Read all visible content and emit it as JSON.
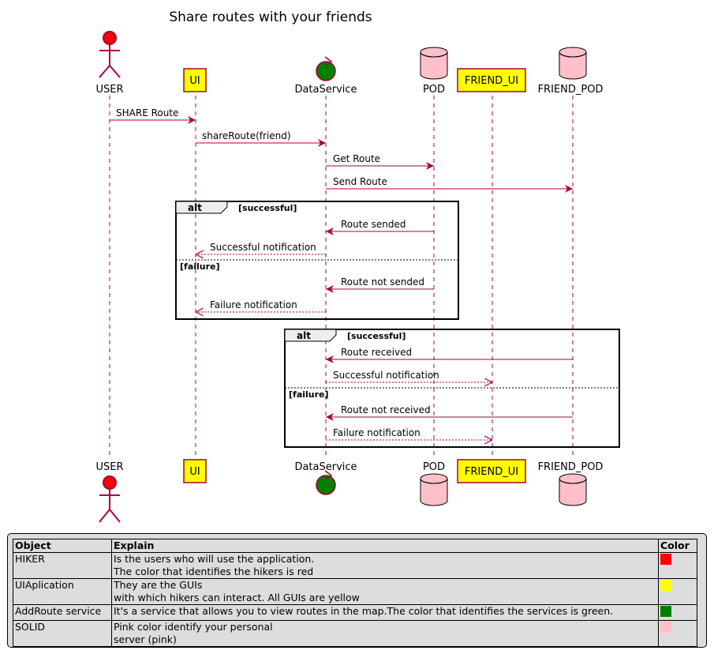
{
  "title": "Share routes with your friends",
  "participants": [
    {
      "id": "user",
      "label": "USER",
      "kind": "actor",
      "color": "#ff0000"
    },
    {
      "id": "ui",
      "label": "UI",
      "kind": "participant",
      "color": "#ffff00"
    },
    {
      "id": "dataservice",
      "label": "DataService",
      "kind": "control",
      "color": "#008000"
    },
    {
      "id": "pod",
      "label": "POD",
      "kind": "database",
      "color": "#ffc0cb"
    },
    {
      "id": "friend_ui",
      "label": "FRIEND_UI",
      "kind": "participant",
      "color": "#ffff00"
    },
    {
      "id": "friend_pod",
      "label": "FRIEND_POD",
      "kind": "database",
      "color": "#ffc0cb"
    }
  ],
  "messages": [
    {
      "label": "SHARE Route",
      "from": "user",
      "to": "ui",
      "style": "solid"
    },
    {
      "label": "shareRoute(friend)",
      "from": "ui",
      "to": "dataservice",
      "style": "solid"
    },
    {
      "label": "Get Route",
      "from": "dataservice",
      "to": "pod",
      "style": "solid"
    },
    {
      "label": "Send Route",
      "from": "dataservice",
      "to": "friend_pod",
      "style": "solid"
    },
    {
      "label": "Route sended",
      "from": "pod",
      "to": "dataservice",
      "style": "solid"
    },
    {
      "label": "Successful notification",
      "from": "dataservice",
      "to": "ui",
      "style": "dashed"
    },
    {
      "label": "Route not sended",
      "from": "pod",
      "to": "dataservice",
      "style": "solid"
    },
    {
      "label": "Failure notification",
      "from": "dataservice",
      "to": "ui",
      "style": "dashed"
    },
    {
      "label": "Route received",
      "from": "friend_pod",
      "to": "dataservice",
      "style": "solid"
    },
    {
      "label": "Successful notification",
      "from": "dataservice",
      "to": "friend_ui",
      "style": "dashed"
    },
    {
      "label": "Route not received",
      "from": "friend_pod",
      "to": "dataservice",
      "style": "solid"
    },
    {
      "label": "Failure notification",
      "from": "dataservice",
      "to": "friend_ui",
      "style": "dashed"
    }
  ],
  "fragments": [
    {
      "keyword": "alt",
      "guard": "[successful]",
      "else_guard": "[failure]"
    },
    {
      "keyword": "alt",
      "guard": "[successful]",
      "else_guard": "[failure]"
    }
  ],
  "legend": {
    "headers": [
      "Object",
      "Explain",
      "Color"
    ],
    "rows": [
      {
        "object": "HIKER",
        "explain": [
          "Is the users who will use the application.",
          "The color that identifies the hikers is red"
        ],
        "color": "#ff0000"
      },
      {
        "object": "UIAplication",
        "explain": [
          "They are the GUIs",
          "with which hikers can interact. All GUIs are yellow"
        ],
        "color": "#ffff00"
      },
      {
        "object": "AddRoute service",
        "explain": [
          "It's a service that allows you to view routes in the map.The color that identifies the services is green."
        ],
        "color": "#008000"
      },
      {
        "object": "SOLID",
        "explain": [
          "Pink color identify your personal",
          "server (pink)"
        ],
        "color": "#ffc0cb"
      }
    ]
  }
}
